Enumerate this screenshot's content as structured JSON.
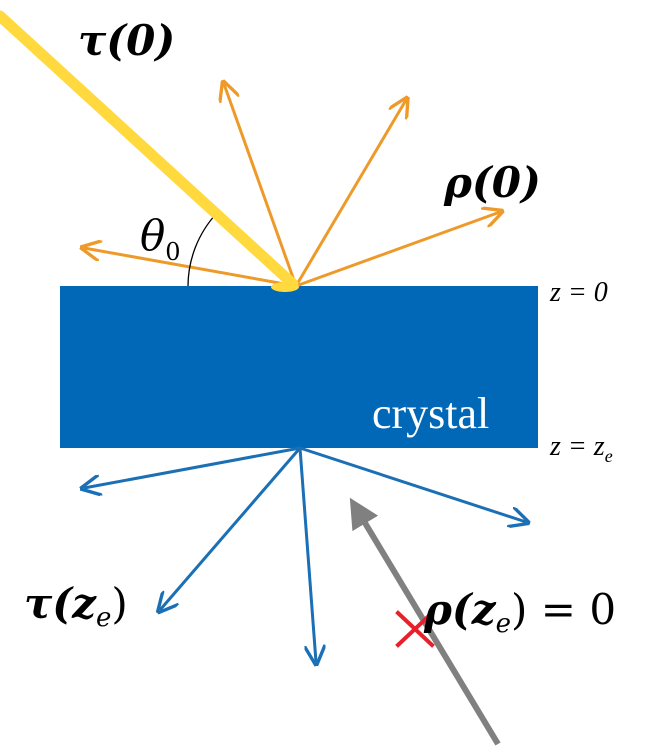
{
  "labels": {
    "tau_0": "τ(0)",
    "rho_0": "ρ(0)",
    "theta_0": "θ0",
    "z_0": "z = 0",
    "z_e": "z = z",
    "z_e_sub": "e",
    "crystal": "crystal",
    "tau_ze": "τ(z",
    "tau_ze_sub": "e",
    "tau_ze_close": ")",
    "rho_ze": "ρ(z",
    "rho_ze_sub": "e",
    "rho_ze_close": ") = 0"
  },
  "colors": {
    "crystal": "#0168b8",
    "incident_beam": "#ffd93d",
    "reflected_rays": "#ee9a2a",
    "transmitted_rays": "#1b6fb5",
    "backside_beam": "#808080",
    "cross_mark": "#e8202a",
    "text": "#000000",
    "crystal_text": "#ffffff"
  }
}
